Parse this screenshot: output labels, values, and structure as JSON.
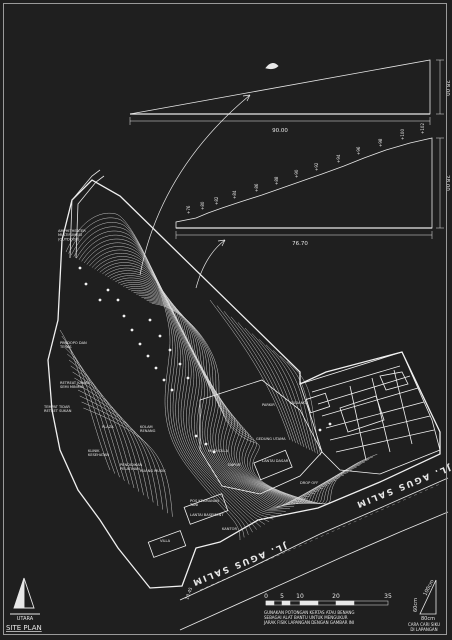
{
  "section_top": {
    "width_dim": "90.00",
    "height_dim": "28.00"
  },
  "section_bottom": {
    "width_dim": "76.70",
    "height_dim": "28.00",
    "elevations": [
      "+76",
      "+80",
      "+82",
      "+84",
      "+86",
      "+88",
      "+90",
      "+92",
      "+94",
      "+96",
      "+98",
      "+100",
      "+102"
    ]
  },
  "labels": {
    "amphitheater": "AMPHITHEATER\nMULTIFUNGSI\n(OUTDOOR)",
    "pendopo": "PENDOPO DAN\nTERAS",
    "retreat_kamar": "RETREAT KAMAR\nSEMI MINIMA",
    "retreat_ruang": "TEMPAT TIDAR\nRETRET SUKAN",
    "kesehatan": "KLINIK\nKESEHATAN",
    "plaza": "PLAZA",
    "kolam": "KOLAM\nRENANG",
    "pendidikan": "PENDIDIKAN\nPELATIHAN",
    "ruang_musik": "RUANG MUSIK",
    "pos_keamanan": "POS KEAMANAN\nTANI",
    "musholla": "MUSHOLLA",
    "dapur": "DAPUR",
    "kantor": "KANTOR",
    "parkir": "PARKIR",
    "gedung_utama": "GEDUNG UTAMA",
    "lantai_dasar": "LANTAI DASAR",
    "lantai_basement": "LANTAI BASEMENT",
    "villa": "VILLA",
    "drop_off": "DROP OFF",
    "gudang": "GUDANG"
  },
  "street": {
    "main": "JL. AGUS SALIM",
    "side": "JL. AGUS SALIM"
  },
  "north": {
    "label": "UTARA"
  },
  "title": "SITE PLAN",
  "scale": {
    "ticks": [
      "0",
      "5",
      "10",
      "20",
      "35"
    ]
  },
  "note": "GUNAKAN POTONGAN KERTAS ATAU BENANG\nSEBAGAI ALAT BANTU UNTUK MENGUKUR\nJARAK FISIK LAPANGAN DENGAN GAMBAR INI",
  "siku": {
    "top": "100cm",
    "side": "60cm",
    "bottom": "80cm",
    "caption": "CARA CARI SIKU\nDI LAPANGAN"
  },
  "dim_bottom_left": "13.45",
  "colors": {
    "background": "#1f1f1f",
    "line": "#e8e8e8",
    "frame": "#9a9a9a"
  }
}
